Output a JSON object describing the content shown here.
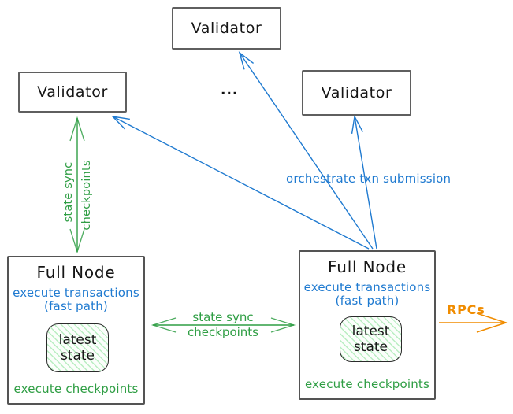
{
  "diagram": {
    "validators": [
      {
        "label": "Validator"
      },
      {
        "label": "Validator"
      },
      {
        "label": "Validator"
      }
    ],
    "ellipsis": "...",
    "full_nodes": [
      {
        "title": "Full Node",
        "exec_line1": "execute transactions",
        "exec_line2": "(fast path)",
        "state_line1": "latest",
        "state_line2": "state",
        "footer": "execute checkpoints"
      },
      {
        "title": "Full Node",
        "exec_line1": "execute transactions",
        "exec_line2": "(fast path)",
        "state_line1": "latest",
        "state_line2": "state",
        "footer": "execute checkpoints"
      }
    ],
    "labels": {
      "state_sync_vertical_1": "state sync",
      "state_sync_vertical_2": "checkpoints",
      "state_sync_horizontal_1": "state sync",
      "state_sync_horizontal_2": "checkpoints",
      "orchestrate": "orchestrate txn submission",
      "rpcs": "RPCs"
    },
    "colors": {
      "blue": "#1f7ad0",
      "green": "#2f9e44",
      "orange": "#f08c00",
      "validator_border": "#5f5f5f",
      "node_border": "#545454",
      "state_border": "#2b2b2b",
      "text": "#161616"
    }
  }
}
